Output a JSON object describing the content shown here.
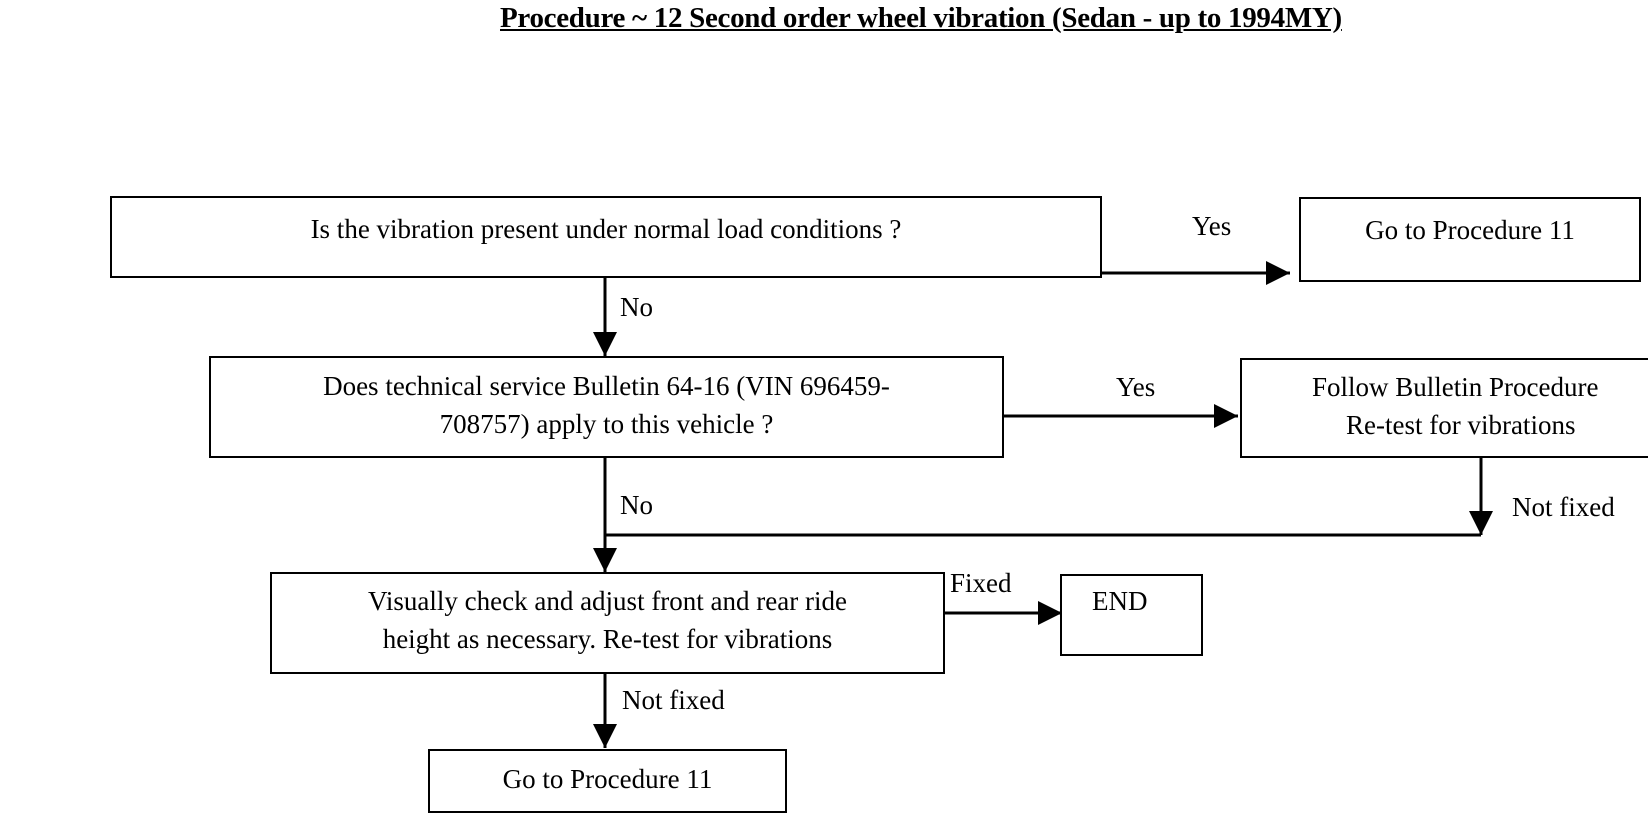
{
  "title": "Procedure ~ 12 Second order wheel vibration (Sedan - up to 1994MY)",
  "nodes": {
    "q1": "Is the vibration present under normal load conditions ?",
    "goto11_top": "Go to Procedure 11",
    "q2_line1": "Does technical service Bulletin 64-16 (VIN 696459-",
    "q2_line2": "708757) apply to this vehicle ?",
    "bulletin_line1": "Follow Bulletin Procedure",
    "bulletin_line2": "Re-test for vibrations",
    "check_line1": "Visually check and adjust front and rear ride",
    "check_line2": "height  as necessary.  Re-test for vibrations",
    "end": "END",
    "goto11_bottom": "Go to Procedure  11"
  },
  "edges": {
    "q1_yes": "Yes",
    "q1_no": "No",
    "q2_yes": "Yes",
    "q2_no": "No",
    "bulletin_not_fixed": "Not fixed",
    "check_fixed": "Fixed",
    "check_not_fixed": "Not fixed"
  }
}
